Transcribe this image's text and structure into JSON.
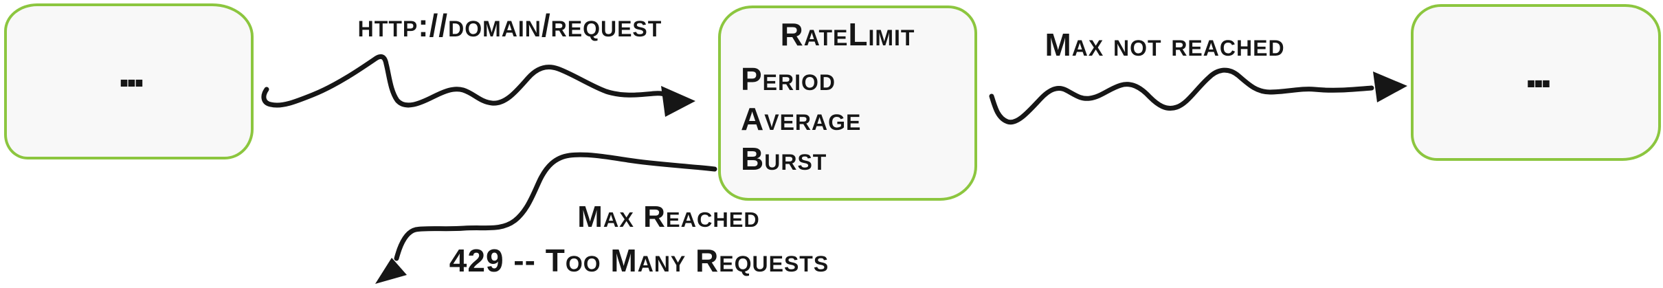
{
  "diagram": {
    "colors": {
      "node_border": "#8CC63F",
      "node_fill": "#F8F8F8",
      "ink": "#161616"
    },
    "nodes": {
      "left": {
        "label": "..."
      },
      "ratelimit": {
        "title": "RateLimit",
        "fields": [
          "Period",
          "Average",
          "Burst"
        ]
      },
      "right": {
        "label": "..."
      }
    },
    "edges": {
      "request": {
        "label": "http://domain/request"
      },
      "max_not_reached": {
        "label": "Max not reached"
      },
      "max_reached": {
        "label": "Max Reached",
        "status_line": "429 -- Too Many Requests"
      }
    }
  }
}
